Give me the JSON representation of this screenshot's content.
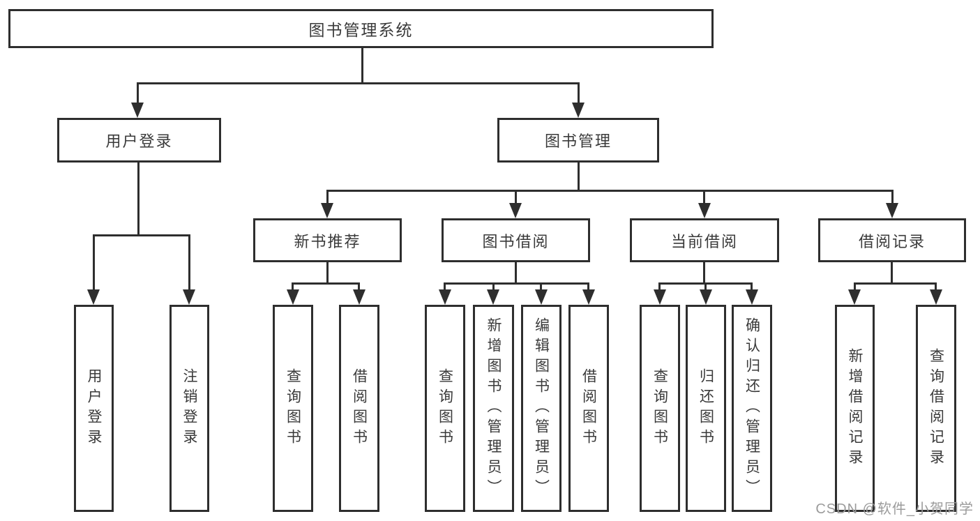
{
  "title": "图书管理系统",
  "colors": {
    "line": "#2e2e2e",
    "text": "#3a3a3a",
    "background": "#ffffff",
    "watermark": "#9b9b9b"
  },
  "nodes": {
    "root": "图书管理系统",
    "user_login": "用户登录",
    "book_mgmt": "图书管理",
    "new_book_rec": "新书推荐",
    "book_borrow": "图书借阅",
    "current_borrow": "当前借阅",
    "borrow_records": "借阅记录",
    "leaf_user_login": "用户登录",
    "leaf_logout": "注销登录",
    "leaf_query_books_a": "查询图书",
    "leaf_borrow_books_a": "借阅图书",
    "leaf_query_books_b": "查询图书",
    "leaf_add_books_admin": "新增图书（管理员）",
    "leaf_edit_books_admin": "编辑图书（管理员）",
    "leaf_borrow_books_b": "借阅图书",
    "leaf_query_books_c": "查询图书",
    "leaf_return_books": "归还图书",
    "leaf_confirm_return_admin": "确认归还（管理员）",
    "leaf_add_borrow_record": "新增借阅记录",
    "leaf_query_borrow_record": "查询借阅记录"
  },
  "edges": [
    [
      "root",
      "user_login"
    ],
    [
      "root",
      "book_mgmt"
    ],
    [
      "user_login",
      "leaf_user_login"
    ],
    [
      "user_login",
      "leaf_logout"
    ],
    [
      "book_mgmt",
      "new_book_rec"
    ],
    [
      "book_mgmt",
      "book_borrow"
    ],
    [
      "book_mgmt",
      "current_borrow"
    ],
    [
      "book_mgmt",
      "borrow_records"
    ],
    [
      "new_book_rec",
      "leaf_query_books_a"
    ],
    [
      "new_book_rec",
      "leaf_borrow_books_a"
    ],
    [
      "book_borrow",
      "leaf_query_books_b"
    ],
    [
      "book_borrow",
      "leaf_add_books_admin"
    ],
    [
      "book_borrow",
      "leaf_edit_books_admin"
    ],
    [
      "book_borrow",
      "leaf_borrow_books_b"
    ],
    [
      "current_borrow",
      "leaf_query_books_c"
    ],
    [
      "current_borrow",
      "leaf_return_books"
    ],
    [
      "current_borrow",
      "leaf_confirm_return_admin"
    ],
    [
      "borrow_records",
      "leaf_add_borrow_record"
    ],
    [
      "borrow_records",
      "leaf_query_borrow_record"
    ]
  ],
  "watermark": "CSDN @软件_小贺同学"
}
